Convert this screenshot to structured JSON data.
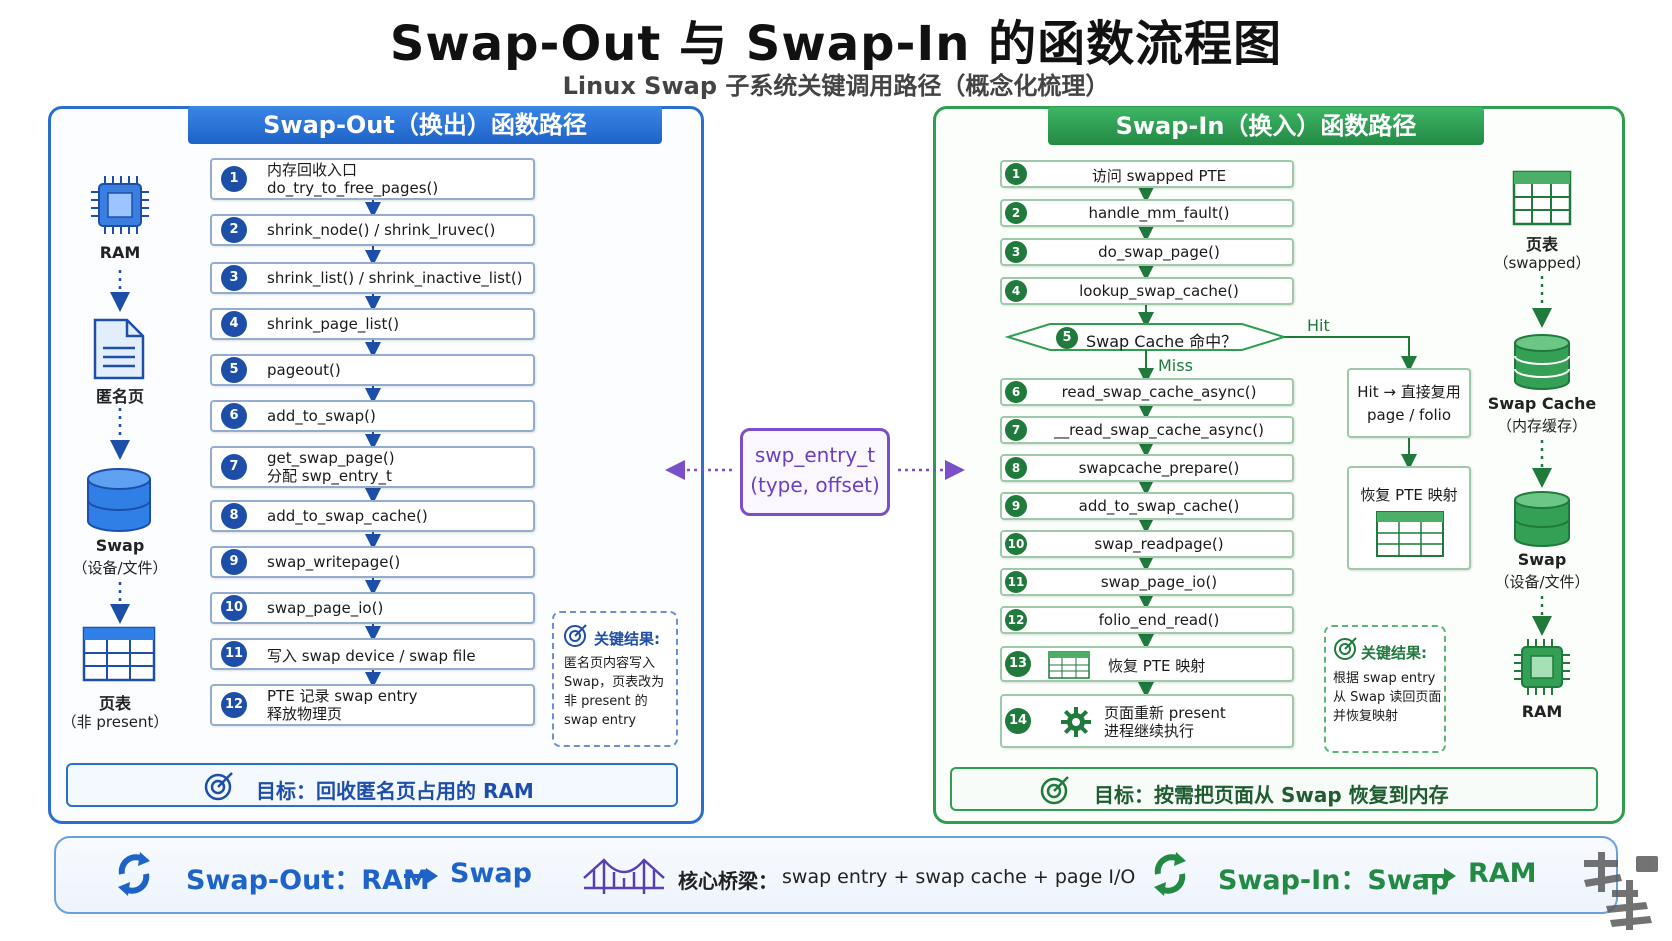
{
  "title": "Swap-Out 与 Swap-In 的函数流程图",
  "subtitle": "Linux Swap 子系统关键调用路径（概念化梳理）",
  "swap_out": {
    "header": "Swap-Out（换出）函数路径",
    "steps": [
      {
        "num": "1",
        "lines": [
          "内存回收入口",
          "do_try_to_free_pages()"
        ]
      },
      {
        "num": "2",
        "lines": [
          "shrink_node() / shrink_lruvec()"
        ]
      },
      {
        "num": "3",
        "lines": [
          "shrink_list() / shrink_inactive_list()"
        ]
      },
      {
        "num": "4",
        "lines": [
          "shrink_page_list()"
        ]
      },
      {
        "num": "5",
        "lines": [
          "pageout()"
        ]
      },
      {
        "num": "6",
        "lines": [
          "add_to_swap()"
        ]
      },
      {
        "num": "7",
        "lines": [
          "get_swap_page()",
          "分配 swp_entry_t"
        ]
      },
      {
        "num": "8",
        "lines": [
          "add_to_swap_cache()"
        ]
      },
      {
        "num": "9",
        "lines": [
          "swap_writepage()"
        ]
      },
      {
        "num": "10",
        "lines": [
          "swap_page_io()"
        ]
      },
      {
        "num": "11",
        "lines": [
          "写入 swap device / swap file"
        ]
      },
      {
        "num": "12",
        "lines": [
          "PTE 记录 swap entry",
          "释放物理页"
        ]
      }
    ],
    "side": [
      {
        "label": "RAM",
        "sub": "",
        "icon": "chip-icon"
      },
      {
        "label": "匿名页",
        "sub": "",
        "icon": "document-icon"
      },
      {
        "label": "Swap",
        "sub": "（设备/文件）",
        "icon": "database-icon"
      },
      {
        "label": "页表",
        "sub": "（非 present）",
        "icon": "table-icon"
      }
    ],
    "key_result": {
      "title": "关键结果:",
      "lines": [
        "匿名页内容写入",
        "Swap，页表改为",
        "非 present 的",
        "swap entry"
      ]
    },
    "goal": "目标：回收匿名页占用的 RAM"
  },
  "swap_in": {
    "header": "Swap-In（换入）函数路径",
    "steps": [
      {
        "num": "1",
        "text": "访问 swapped PTE"
      },
      {
        "num": "2",
        "text": "handle_mm_fault()"
      },
      {
        "num": "3",
        "text": "do_swap_page()"
      },
      {
        "num": "4",
        "text": "lookup_swap_cache()"
      },
      {
        "num": "6",
        "text": "read_swap_cache_async()"
      },
      {
        "num": "7",
        "text": "__read_swap_cache_async()"
      },
      {
        "num": "8",
        "text": "swapcache_prepare()"
      },
      {
        "num": "9",
        "text": "add_to_swap_cache()"
      },
      {
        "num": "10",
        "text": "swap_readpage()"
      },
      {
        "num": "11",
        "text": "swap_page_io()"
      },
      {
        "num": "12",
        "text": "folio_end_read()"
      }
    ],
    "decision": {
      "num": "5",
      "text": "Swap Cache 命中？",
      "hit": "Hit",
      "miss": "Miss"
    },
    "step13": {
      "num": "13",
      "text": "恢复 PTE 映射"
    },
    "step14": {
      "num": "14",
      "lines": [
        "页面重新 present",
        "进程继续执行"
      ]
    },
    "hit_box": {
      "lines": [
        "Hit → 直接复用",
        "page / folio"
      ]
    },
    "restore_box": {
      "text": "恢复 PTE 映射"
    },
    "side": [
      {
        "label": "页表",
        "sub": "（swapped）",
        "icon": "table-icon"
      },
      {
        "label": "Swap Cache",
        "sub": "（内存缓存）",
        "icon": "database-icon"
      },
      {
        "label": "Swap",
        "sub": "（设备/文件）",
        "icon": "database-icon"
      },
      {
        "label": "RAM",
        "sub": "",
        "icon": "chip-icon"
      }
    ],
    "key_result": {
      "title": "关键结果:",
      "lines": [
        "根据 swap entry",
        "从 Swap 读回页面",
        "并恢复映射"
      ]
    },
    "goal": "目标：按需把页面从 Swap 恢复到内存"
  },
  "bridge": {
    "line1": "swp_entry_t",
    "line2": "(type, offset)"
  },
  "bottom": {
    "out_label": "Swap-Out：RAM",
    "out_target": "Swap",
    "core_label": "核心桥梁：",
    "core_text": "swap entry + swap cache + page I/O",
    "in_label": "Swap-In：Swap",
    "in_target": "RAM"
  },
  "colors": {
    "blue": "#1e4fa8",
    "green": "#1f7a3c",
    "purple": "#7a4fc7"
  }
}
